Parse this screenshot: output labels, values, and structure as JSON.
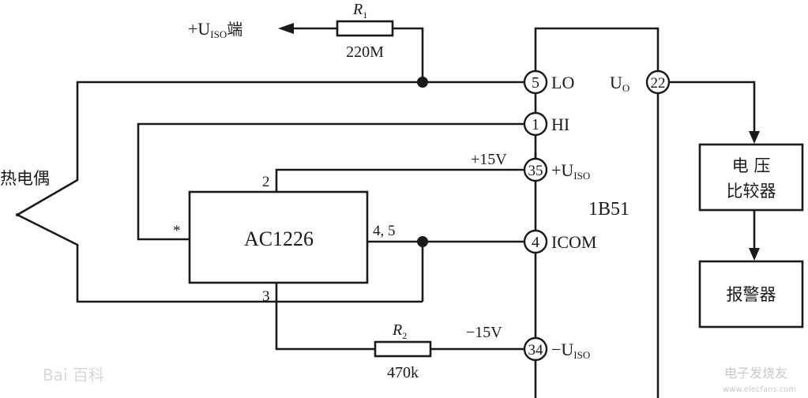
{
  "components": {
    "thermocouple": "热电偶",
    "amplifier": "AC1226",
    "isolator": "1B51",
    "comparator_line1": "电  压",
    "comparator_line2": "比较器",
    "alarm": "报警器",
    "r1_name": "R",
    "r1_sub": "1",
    "r1_value": "220M",
    "r2_name": "R",
    "r2_sub": "2",
    "r2_value": "470k"
  },
  "uiso_terminal": {
    "prefix": "+U",
    "sub": "ISO",
    "suffix": "端"
  },
  "pins": [
    {
      "number": "5",
      "label": "LO"
    },
    {
      "number": "1",
      "label": "HI"
    },
    {
      "number": "35",
      "label": "+U",
      "label_sub": "ISO"
    },
    {
      "number": "4",
      "label": "ICOM"
    },
    {
      "number": "34",
      "label": "−U",
      "label_sub": "ISO"
    }
  ],
  "output_pin": {
    "number": "22",
    "label": "U",
    "label_sub": "O"
  },
  "amp_pins": {
    "top": "2",
    "bottom": "3",
    "right": "4, 5",
    "marker": "*"
  },
  "supplies": {
    "pos": "+15V",
    "neg": "−15V"
  },
  "watermarks": {
    "left": "Bai 百科",
    "right": "电子发烧友",
    "right_url": "www.elecfans.com"
  }
}
